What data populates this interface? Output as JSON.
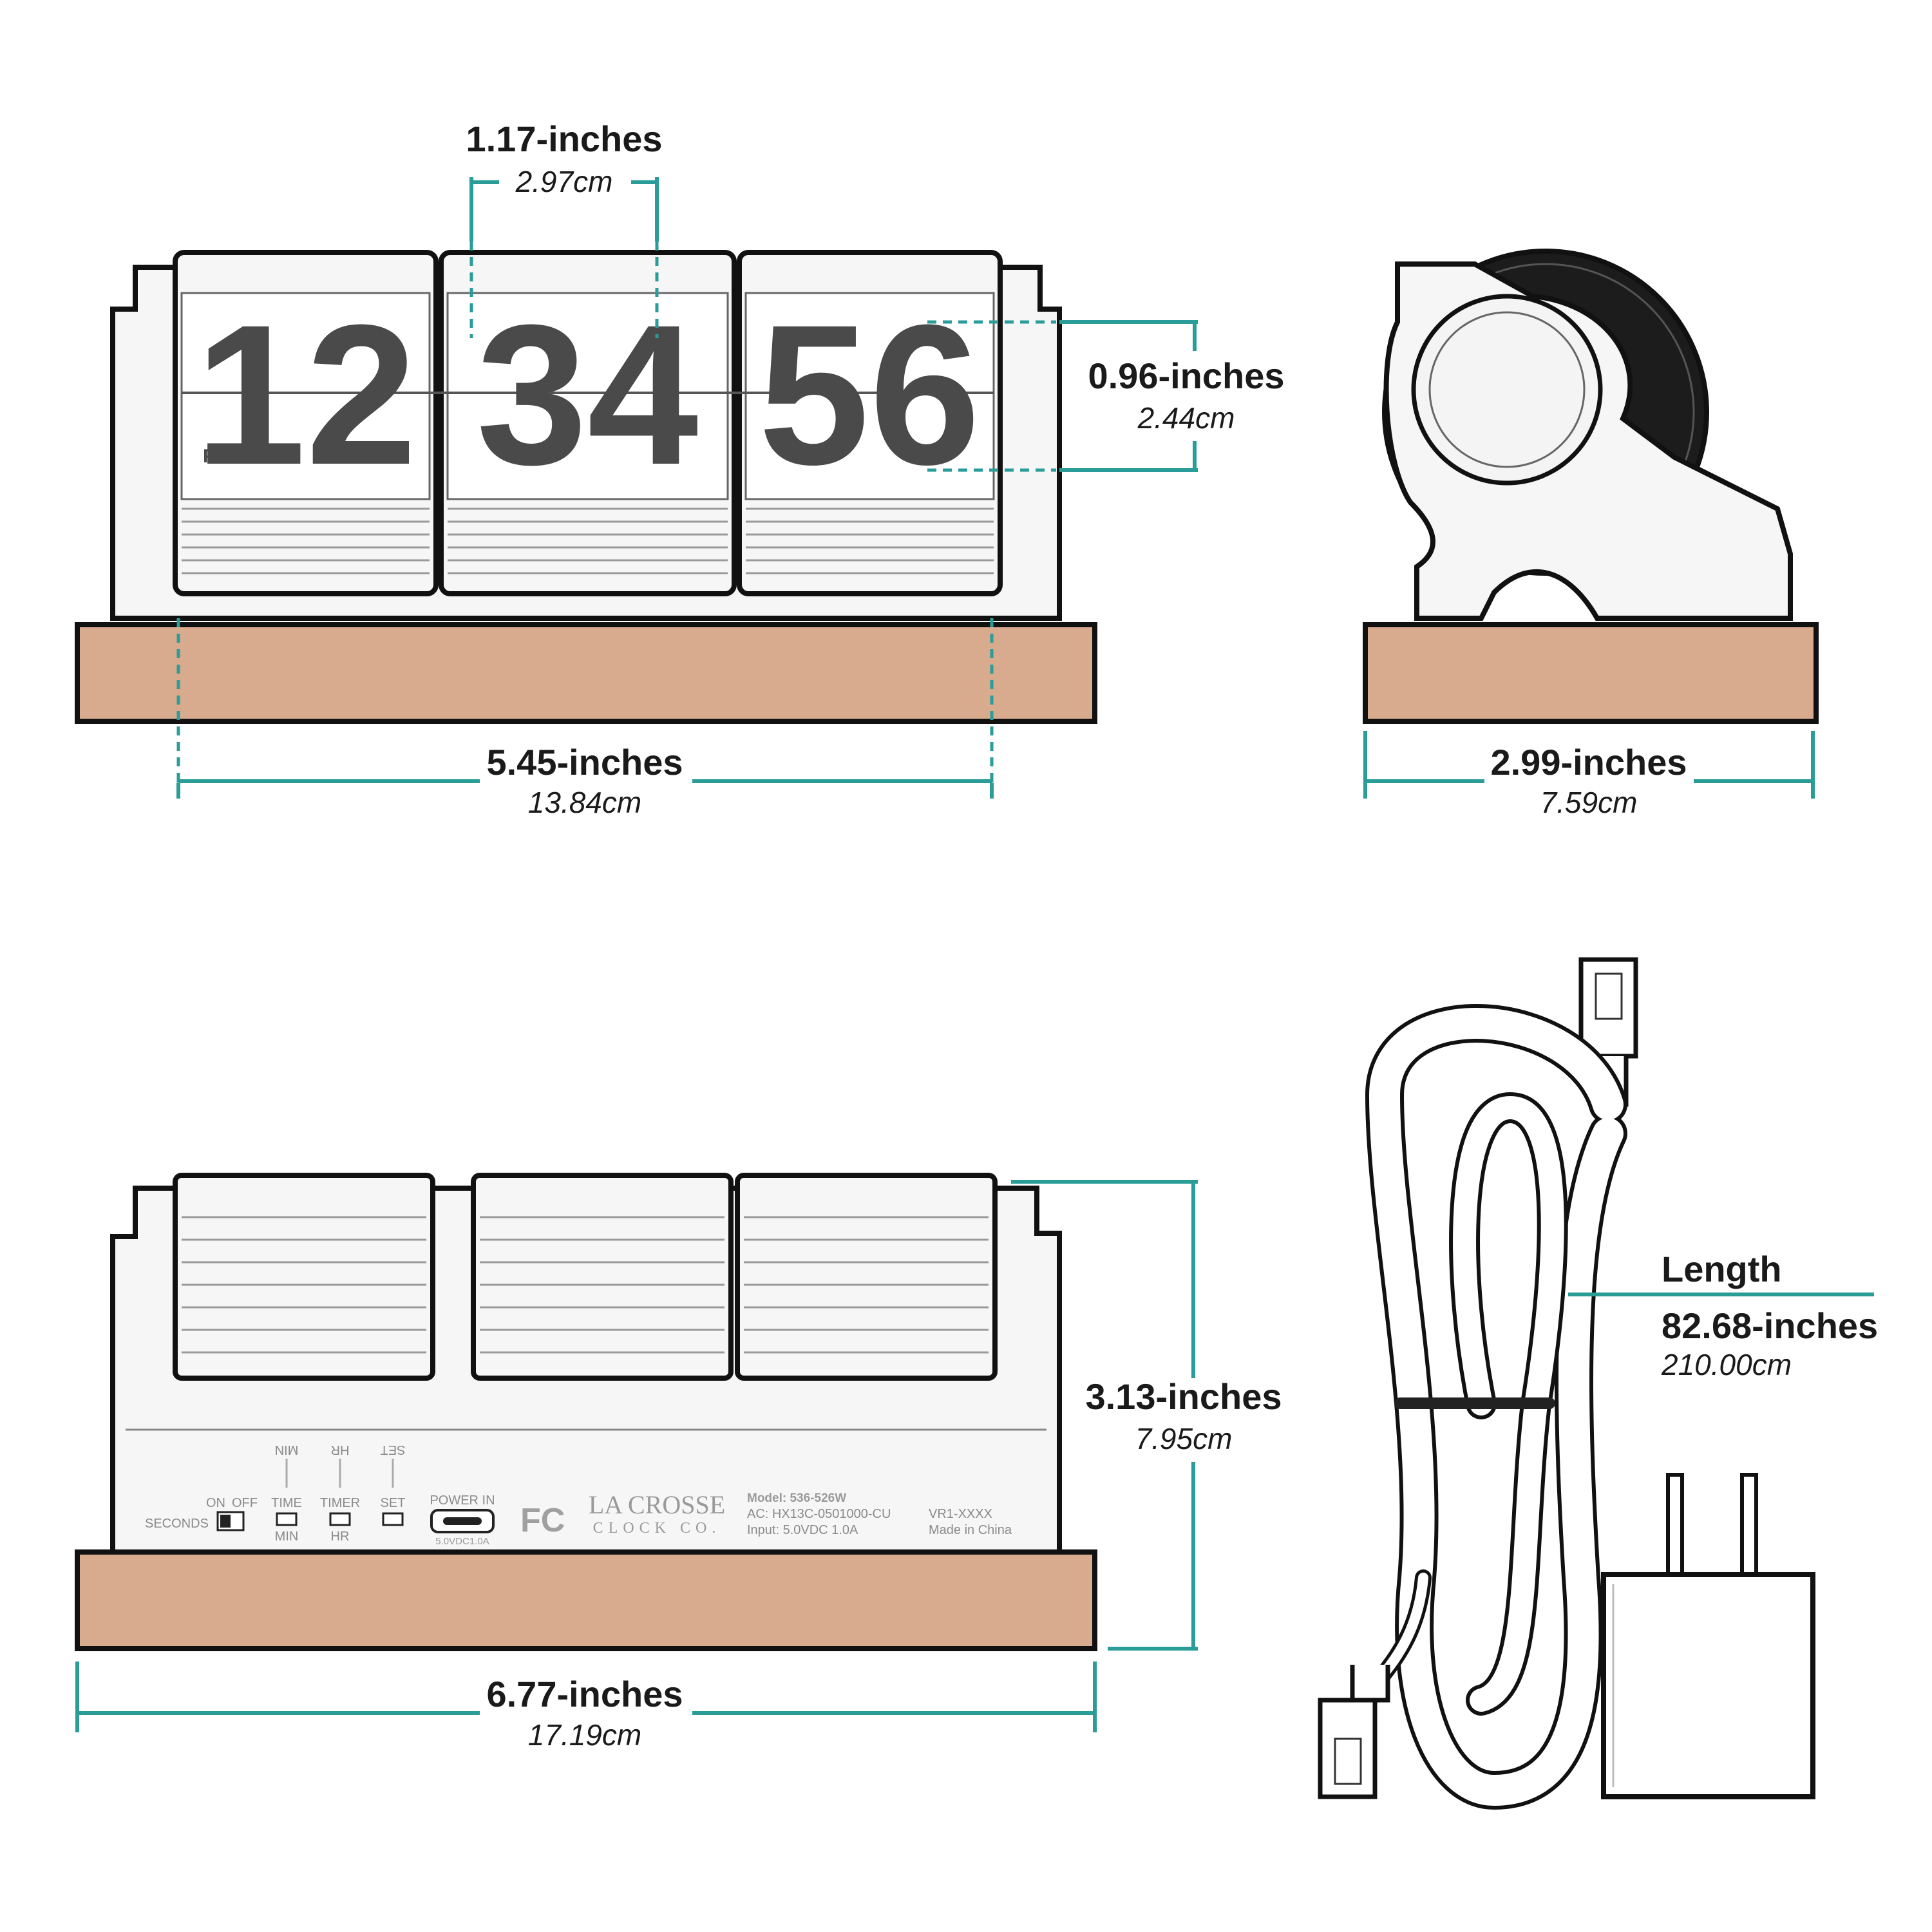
{
  "clock_display": {
    "hours": "12",
    "minutes": "34",
    "seconds": "56",
    "ampm": "PM"
  },
  "dimensions": {
    "digit_width": {
      "inches": "1.17-inches",
      "cm": "2.97cm"
    },
    "digit_height": {
      "inches": "0.96-inches",
      "cm": "2.44cm"
    },
    "front_width": {
      "inches": "5.45-inches",
      "cm": "13.84cm"
    },
    "side_depth": {
      "inches": "2.99-inches",
      "cm": "7.59cm"
    },
    "back_height": {
      "inches": "3.13-inches",
      "cm": "7.95cm"
    },
    "base_width": {
      "inches": "6.77-inches",
      "cm": "17.19cm"
    },
    "cable": {
      "label": "Length",
      "inches": "82.68-inches",
      "cm": "210.00cm"
    }
  },
  "back_panel": {
    "seconds_label": "SECONDS",
    "on_label": "ON",
    "off_label": "OFF",
    "time_label": "TIME",
    "timer_label": "TIMER",
    "set_label": "SET",
    "min_label": "MIN",
    "hr_label": "HR",
    "power_label": "POWER IN",
    "power_spec": "5.0VDC1.0A",
    "fc_mark": "FC",
    "brand_line1": "LA CROSSE",
    "brand_line2": "CLOCK CO.",
    "model": "Model: 536-526W",
    "ac": "AC: HX13C-0501000-CU",
    "input": "Input: 5.0VDC 1.0A",
    "vr": "VR1-XXXX",
    "origin": "Made in China"
  },
  "colors": {
    "dimension_line": "#2a9d98",
    "wood": "#d8ab8e",
    "digit": "#4a4a4a"
  }
}
